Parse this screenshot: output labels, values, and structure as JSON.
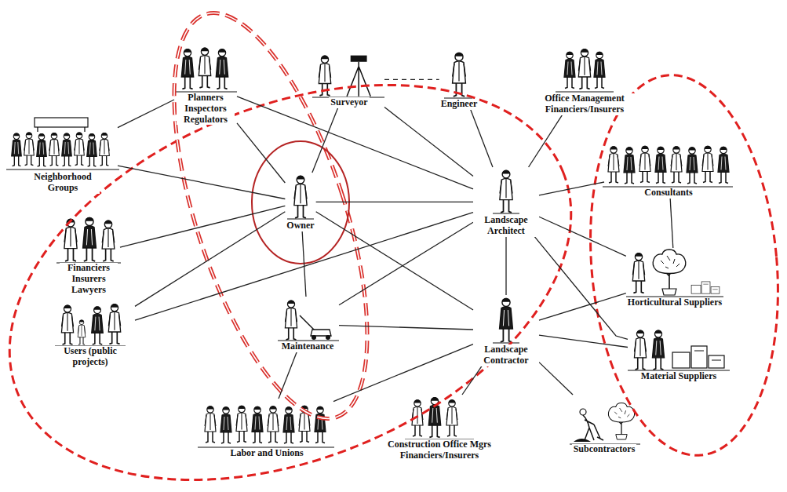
{
  "diagram": {
    "nodes": [
      {
        "text": [
          "Planners Inspectors Regulators"
        ]
      },
      {
        "text": [
          "Surveyor"
        ]
      },
      {
        "text": [
          "Engineer"
        ]
      },
      {
        "text": [
          "Office Management Financiers/Insurers"
        ]
      },
      {
        "text": [
          "Neighborhood Groups"
        ]
      },
      {
        "text": [
          "Owner"
        ]
      },
      {
        "text": [
          "Landscape Architect"
        ]
      },
      {
        "text": [
          "Consultants"
        ]
      },
      {
        "text": [
          "Financiers Insurers Lawyers"
        ]
      },
      {
        "text": [
          "Users (public projects)"
        ]
      },
      {
        "text": [
          "Maintenance"
        ]
      },
      {
        "text": [
          "Landscape Contractor"
        ]
      },
      {
        "text": [
          "Horticultural Suppliers"
        ]
      },
      {
        "text": [
          "Material Suppliers"
        ]
      },
      {
        "text": [
          "Labor and Unions"
        ]
      },
      {
        "text": [
          "Construction Office Mgrs Financiers/Insurers"
        ]
      },
      {
        "text": [
          "Subcontractors"
        ]
      }
    ],
    "edges": [
      {
        "from": 4,
        "to": 0,
        "arrow": "none"
      },
      {
        "from": 4,
        "to": 5,
        "arrow": "none"
      },
      {
        "from": 0,
        "to": 5,
        "arrow": "none"
      },
      {
        "from": 0,
        "to": 6,
        "arrow": "none"
      },
      {
        "from": 1,
        "to": 2,
        "arrow": "none"
      },
      {
        "from": 1,
        "to": 5,
        "arrow": "none"
      },
      {
        "from": 1,
        "to": 6,
        "arrow": "none"
      },
      {
        "from": 2,
        "to": 6,
        "arrow": "none"
      },
      {
        "from": 3,
        "to": 6,
        "arrow": "none"
      },
      {
        "from": 8,
        "to": 5,
        "arrow": "none"
      },
      {
        "from": 9,
        "to": 5,
        "arrow": "none"
      },
      {
        "from": 9,
        "to": 6,
        "arrow": "none"
      },
      {
        "from": 5,
        "to": 6,
        "arrow": "none"
      },
      {
        "from": 5,
        "to": 11,
        "arrow": "none"
      },
      {
        "from": 5,
        "to": 10,
        "arrow": "none"
      },
      {
        "from": 10,
        "to": 6,
        "arrow": "none"
      },
      {
        "from": 10,
        "to": 11,
        "arrow": "none"
      },
      {
        "from": 14,
        "to": 10,
        "arrow": "none"
      },
      {
        "from": 14,
        "to": 11,
        "arrow": "none"
      },
      {
        "from": 6,
        "to": 11,
        "arrow": "none"
      },
      {
        "from": 6,
        "to": 7,
        "arrow": "none"
      },
      {
        "from": 6,
        "to": 12,
        "arrow": "none"
      },
      {
        "from": 6,
        "to": 13,
        "arrow": "none"
      },
      {
        "from": 7,
        "to": 12,
        "arrow": "none"
      },
      {
        "from": 11,
        "to": 12,
        "arrow": "none"
      },
      {
        "from": 11,
        "to": 13,
        "arrow": "none"
      },
      {
        "from": 11,
        "to": 15,
        "arrow": "none"
      },
      {
        "from": 11,
        "to": 16,
        "arrow": "none"
      }
    ]
  }
}
